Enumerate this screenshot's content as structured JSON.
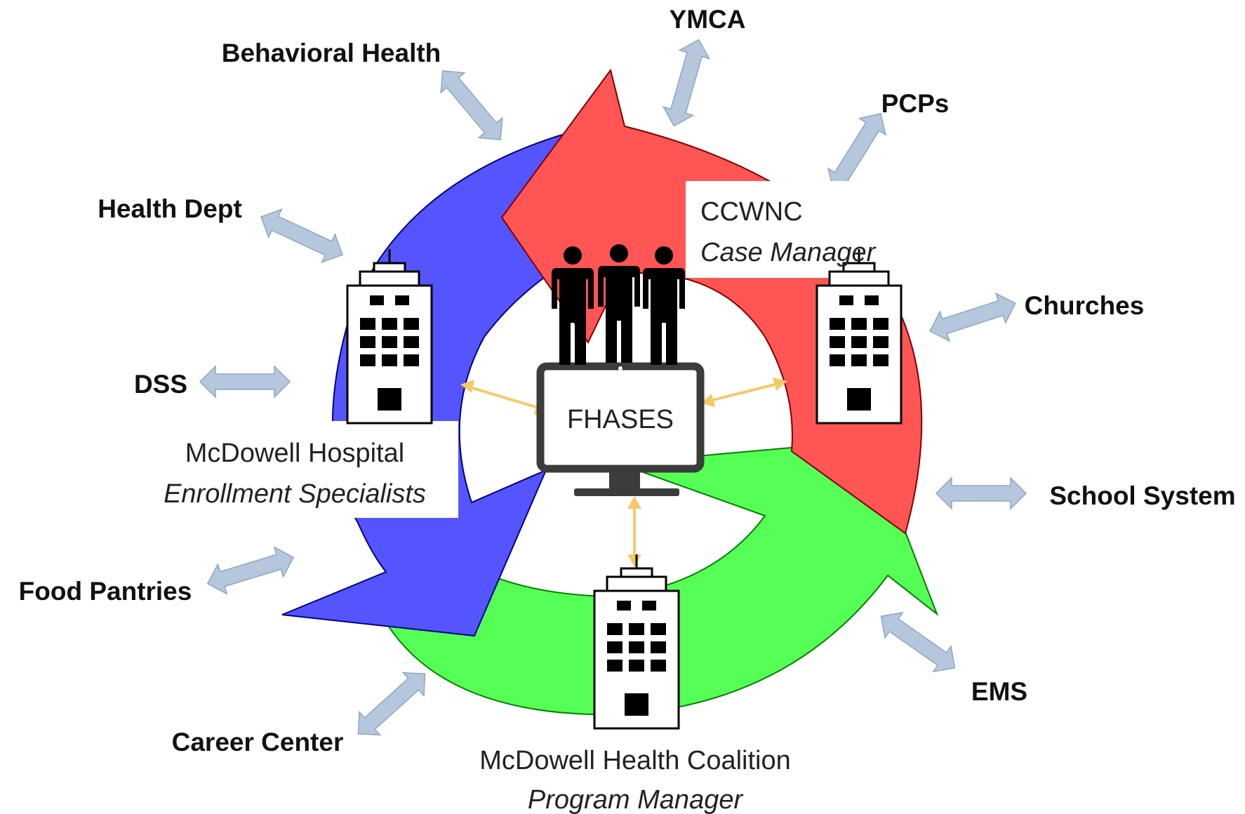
{
  "colors": {
    "red_arrow": "#ff5555",
    "blue_arrow": "#5555ff",
    "green_arrow": "#55ff55",
    "partner_arrow": "#b4c7dc",
    "link_arrow": "#f5c96a",
    "icon": "#000000"
  },
  "center": {
    "system_label": "FHASES",
    "icon": "computer-monitor-icon",
    "people_icon": "people-group-icon"
  },
  "organizations": {
    "ccwnc": {
      "name": "CCWNC",
      "role": "Case Manager",
      "icon": "building-icon"
    },
    "hospital": {
      "name": "McDowell Hospital",
      "role": "Enrollment Specialists",
      "icon": "building-icon"
    },
    "coalition": {
      "name": "McDowell Health Coalition",
      "role": "Program Manager",
      "icon": "building-icon"
    }
  },
  "partners": {
    "ymca": "YMCA",
    "behavioral_health": "Behavioral Health",
    "pcps": "PCPs",
    "health_dept": "Health Dept",
    "churches": "Churches",
    "dss": "DSS",
    "school_system": "School System",
    "food_pantries": "Food Pantries",
    "ems": "EMS",
    "career_center": "Career Center"
  }
}
